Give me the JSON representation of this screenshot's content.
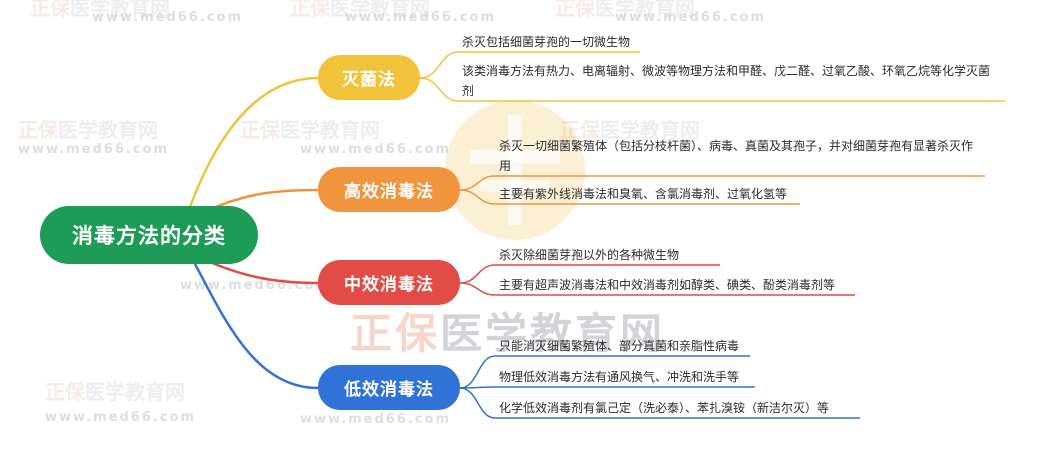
{
  "watermark": {
    "logo_text": "正保",
    "brand_text": "医学教育网",
    "url_text": "www.med66.com"
  },
  "root": {
    "label": "消毒方法的分类"
  },
  "colors": {
    "root": "#1e9b57",
    "sterilization": "#f2c33a",
    "high_level": "#f0953e",
    "intermediate": "#e24b46",
    "low_level": "#2f73d9"
  },
  "branches": [
    {
      "label": "灭菌法",
      "color": "#f2c33a",
      "items": [
        "杀灭包括细菌芽孢的一切微生物",
        "该类消毒方法有热力、电离辐射、微波等物理方法和甲醛、戊二醛、过氧乙酸、环氧乙烷等化学灭菌剂"
      ]
    },
    {
      "label": "高效消毒法",
      "color": "#f0953e",
      "items": [
        "杀灭一切细菌繁殖体（包括分枝杆菌）、病毒、真菌及其孢子，并对细菌芽孢有显著杀灭作用",
        "主要有紫外线消毒法和臭氧、含氯消毒剂、过氧化氢等"
      ]
    },
    {
      "label": "中效消毒法",
      "color": "#e24b46",
      "items": [
        "杀灭除细菌芽孢以外的各种微生物",
        "主要有超声波消毒法和中效消毒剂如醇类、碘类、酚类消毒剂等"
      ]
    },
    {
      "label": "低效消毒法",
      "color": "#2f73d9",
      "items": [
        "只能消灭细菌繁殖体、部分真菌和亲脂性病毒",
        "物理低效消毒方法有通风换气、冲洗和洗手等",
        "化学低效消毒剂有氯己定（洗必泰）、苯扎溴铵（新洁尔灭）等"
      ]
    }
  ]
}
